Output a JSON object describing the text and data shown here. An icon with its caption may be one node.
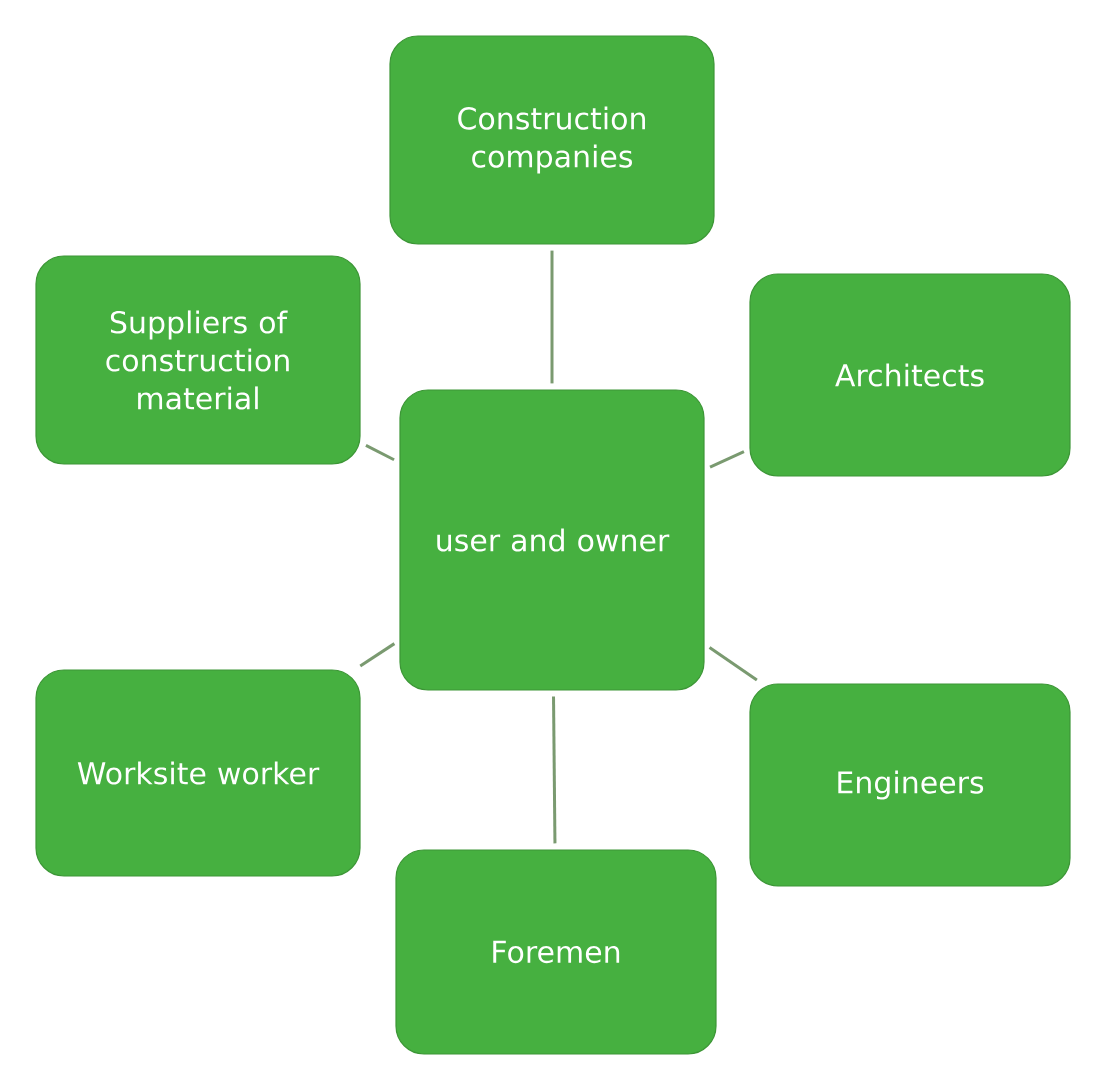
{
  "diagram": {
    "nodes": [
      {
        "text": [
          "Construction companies"
        ]
      },
      {
        "text": [
          "Suppliers of construction material"
        ]
      },
      {
        "text": [
          "Architects"
        ]
      },
      {
        "text": [
          "user and owner"
        ]
      },
      {
        "text": [
          "Worksite worker"
        ]
      },
      {
        "text": [
          "Engineers"
        ]
      },
      {
        "text": [
          "Foremen"
        ]
      }
    ],
    "edges": [
      {
        "from": 3,
        "to": 0,
        "arrow": "none"
      },
      {
        "from": 3,
        "to": 1,
        "arrow": "none"
      },
      {
        "from": 3,
        "to": 2,
        "arrow": "none"
      },
      {
        "from": 3,
        "to": 4,
        "arrow": "none"
      },
      {
        "from": 3,
        "to": 5,
        "arrow": "none"
      },
      {
        "from": 3,
        "to": 6,
        "arrow": "none"
      }
    ]
  }
}
